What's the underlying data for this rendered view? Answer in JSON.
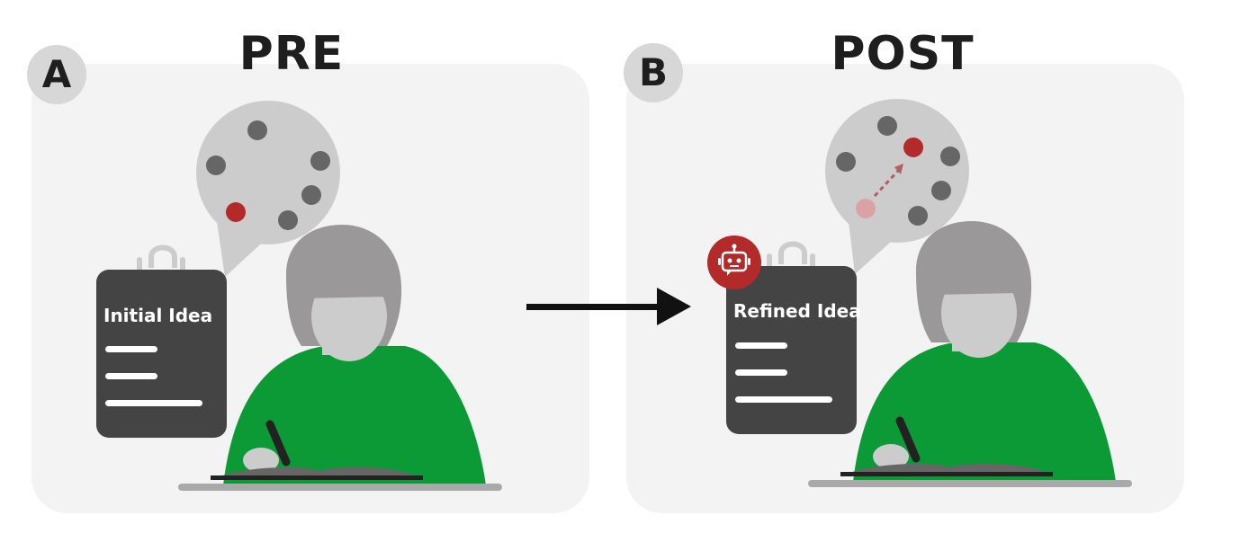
{
  "panel_a": {
    "badge": "A",
    "title": "PRE",
    "note_title": "Initial Idea"
  },
  "panel_b": {
    "badge": "B",
    "title": "POST",
    "note_title": "Refined Idea"
  },
  "icons": {
    "transition": "arrow-right-icon",
    "assistant": "robot-icon"
  },
  "colors": {
    "panel_bg": "#f3f3f3",
    "badge_bg": "#d7d7d7",
    "notepad": "#444444",
    "sweater": "#0b9a36",
    "hair": "#9a9898",
    "face": "#cccccc",
    "idea_highlight": "#b22a2a",
    "dot": "#666666"
  }
}
